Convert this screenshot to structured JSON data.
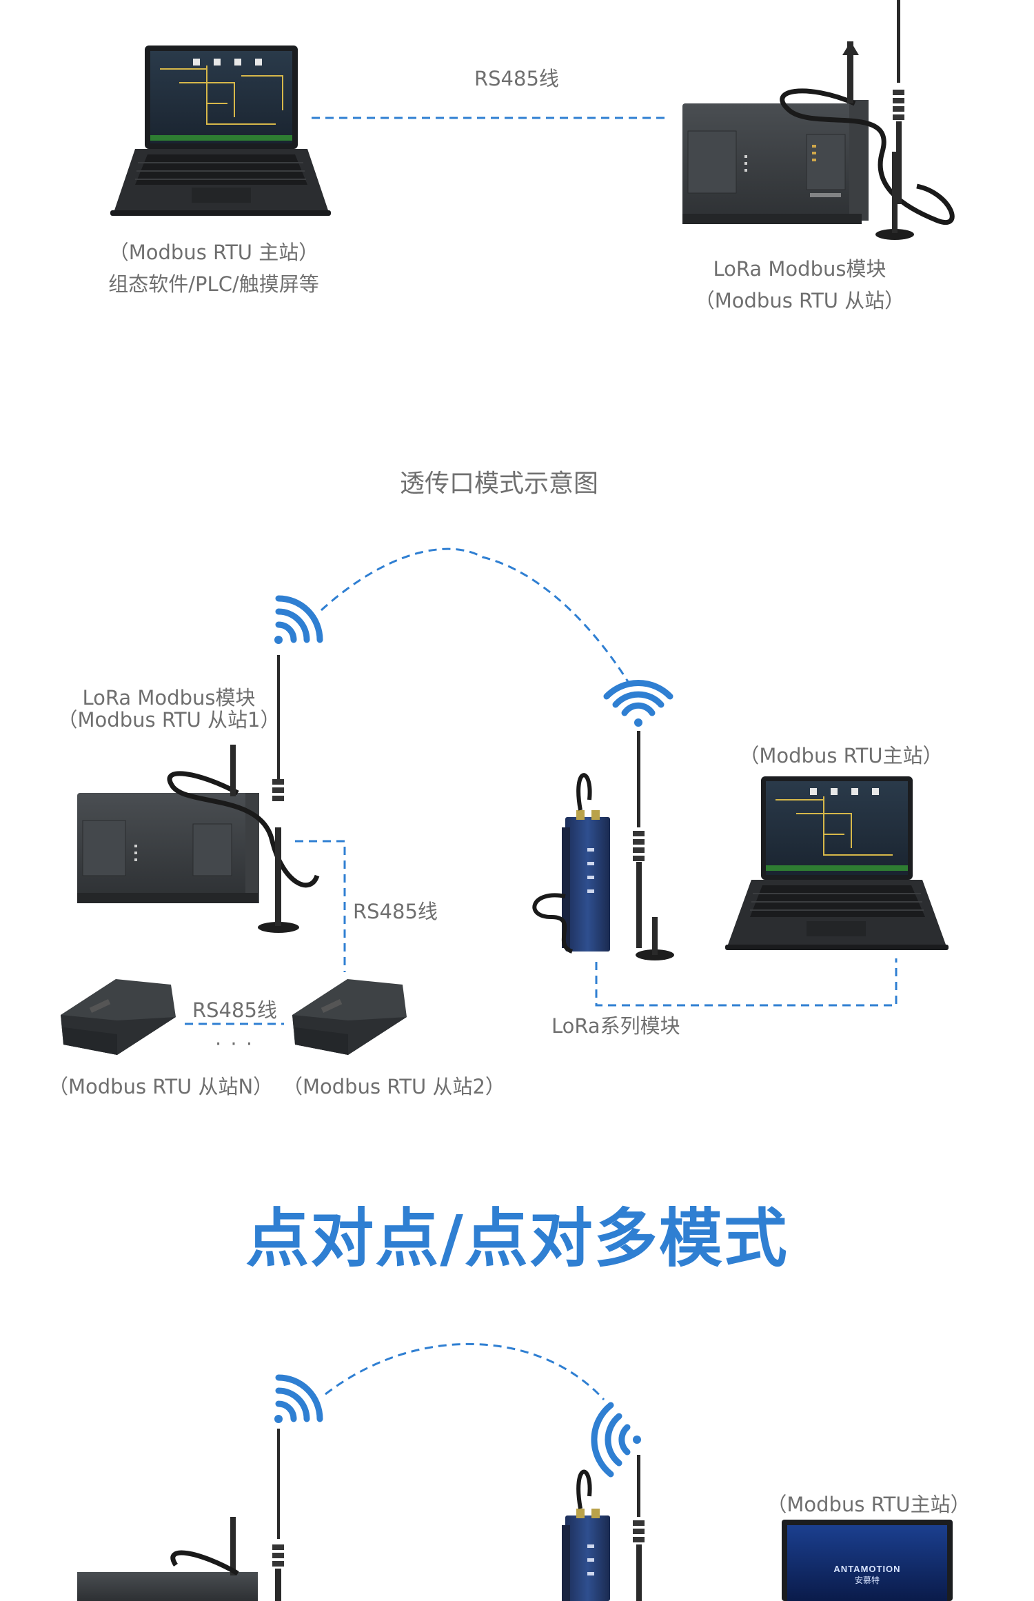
{
  "section1": {
    "rs485_label": "RS485线",
    "master_label_line1": "（Modbus RTU 主站）",
    "master_label_line2": "组态软件/PLC/触摸屏等",
    "module_label_line1": "LoRa Modbus模块",
    "module_label_line2": "（Modbus RTU 从站）"
  },
  "section2": {
    "title": "透传口模式示意图",
    "slave1_line1": "LoRa Modbus模块",
    "slave1_line2": "（Modbus RTU 从站1）",
    "master_label": "（Modbus RTU主站）",
    "rs485_label_1": "RS485线",
    "rs485_label_2": "RS485线",
    "dots": "· · ·",
    "lora_label": "LoRa系列模块",
    "slaveN_label": "（Modbus RTU 从站N）",
    "slave2_label": "（Modbus RTU 从站2）"
  },
  "section3": {
    "heading": "点对点/点对多模式",
    "master_label": "（Modbus RTU主站）",
    "brand_line1": "ANTAMOTION",
    "brand_line2": "安慕特"
  },
  "colors": {
    "accent_blue": "#2f7fd2",
    "label_gray": "#6f6f6f",
    "device_dark": "#3a3d40",
    "cable_black": "#1a1a1a"
  }
}
